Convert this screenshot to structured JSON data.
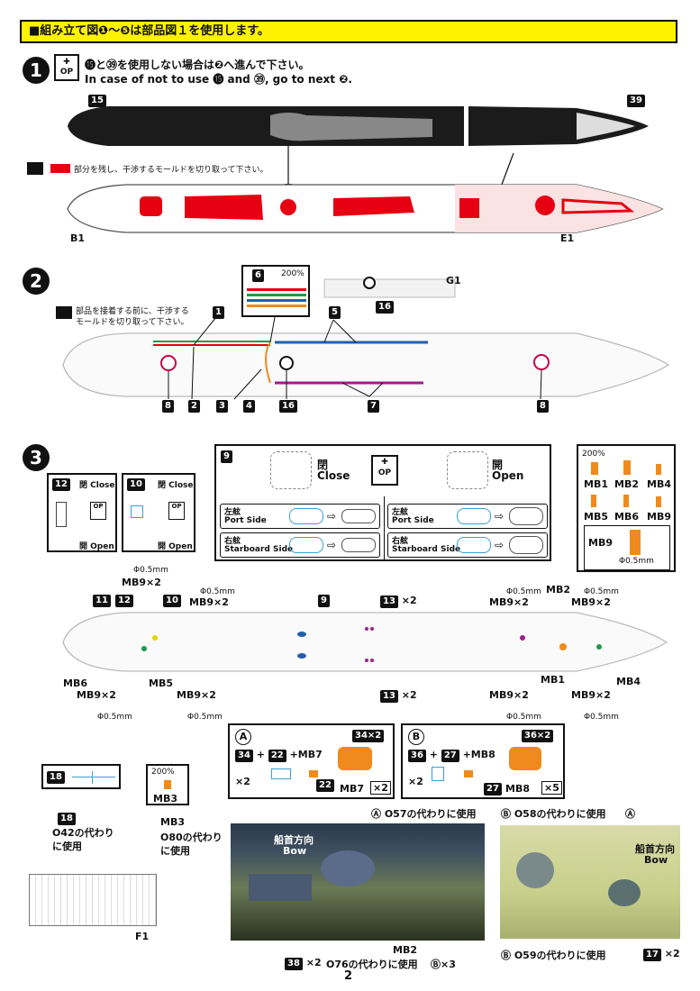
{
  "header": {
    "title": "■組み立て図❶〜❺は部品図１を使用します。"
  },
  "step1": {
    "num": "1",
    "op": "OP",
    "instr_jp": "⓯と㊴を使用しない場合は❷へ進んで下さい。",
    "instr_en": "In case of not to use ⓯ and ㊴, go to next ❷.",
    "part_a": "15",
    "part_b": "39",
    "cut_note": "部分を残し、干渉するモールドを切り取って下さい。",
    "hull_left": "B1",
    "hull_right": "E1"
  },
  "step2": {
    "num": "2",
    "zoom_label": "200%",
    "zoom_part": "6",
    "g1_label": "G1",
    "note_line1": "部品を接着する前に、干渉する",
    "note_line2": "モールドを切り取って下さい。",
    "parts": {
      "p1": "1",
      "p2": "2",
      "p3": "3",
      "p4": "4",
      "p5": "5",
      "p7": "7",
      "p8a": "8",
      "p8b": "8",
      "p16a": "16",
      "p16b": "16"
    }
  },
  "step3": {
    "num": "3",
    "box12": {
      "part": "12",
      "close": "閉 Close",
      "open": "開 Open",
      "op": "OP"
    },
    "box10": {
      "part": "10",
      "close": "閉 Close",
      "open": "開 Open",
      "op": "OP"
    },
    "box9": {
      "part": "9",
      "close_jp": "閉",
      "close_en": "Close",
      "open_jp": "開",
      "open_en": "Open",
      "op": "OP",
      "port_jp": "左舷",
      "port_en": "Port Side",
      "starboard_jp": "右舷",
      "starboard_en": "Starboard Side"
    },
    "mb_box": {
      "zoom": "200%",
      "labels": [
        "MB1",
        "MB2",
        "MB4",
        "MB5",
        "MB6",
        "MB9"
      ],
      "mb9": "MB9",
      "dia": "Φ0.5mm"
    },
    "callouts": {
      "mb9x2": "MB9×2",
      "dia": "Φ0.5mm",
      "p11": "11",
      "p12": "12",
      "p10": "10",
      "p9": "9",
      "p13": "13",
      "x2": "×2",
      "mb6": "MB6",
      "mb5": "MB5",
      "mb1": "MB1",
      "mb2": "MB2",
      "mb4": "MB4"
    }
  },
  "assemblies": {
    "A": {
      "letter": "A",
      "p1": "34",
      "p2": "22",
      "mb": "+MB7",
      "x2": "×2",
      "stack_count": "34×2",
      "small_part": "22",
      "result": "MB7",
      "mult": "×2"
    },
    "B": {
      "letter": "B",
      "p1": "36",
      "p2": "27",
      "mb": "+MB8",
      "x2": "×2",
      "stack_count": "36×2",
      "small_part": "27",
      "result": "MB8",
      "mult": "×5"
    }
  },
  "bottom_left": {
    "part18": "18",
    "o42_a": "O42の代わり",
    "o42_b": "に使用",
    "zoom": "200%",
    "mb3": "MB3",
    "o80_a": "MB3",
    "o80_b": "O80の代わり",
    "o80_c": "に使用",
    "f1": "F1"
  },
  "photos": {
    "left": {
      "bow_jp": "船首方向",
      "bow_en": "Bow",
      "label_a": "Ⓐ O57の代わりに使用",
      "mb2_line1": "MB2",
      "mb2_line2": "O76の代わりに使用",
      "x3": "Ⓑ×3",
      "p38": "38",
      "x2": "×2"
    },
    "right": {
      "bow_jp": "船首方向",
      "bow_en": "Bow",
      "label_b": "Ⓑ O58の代わりに使用",
      "label_a": "Ⓐ",
      "label_b2": "Ⓑ O59の代わりに使用",
      "p17": "17",
      "x2": "×2"
    }
  },
  "page_number": "2",
  "colors": {
    "banner": "#fff200",
    "red": "#e60012",
    "green": "#1a9a4a",
    "blue": "#1f5fae",
    "purple": "#9c1f8a",
    "orange": "#f08a1c"
  }
}
